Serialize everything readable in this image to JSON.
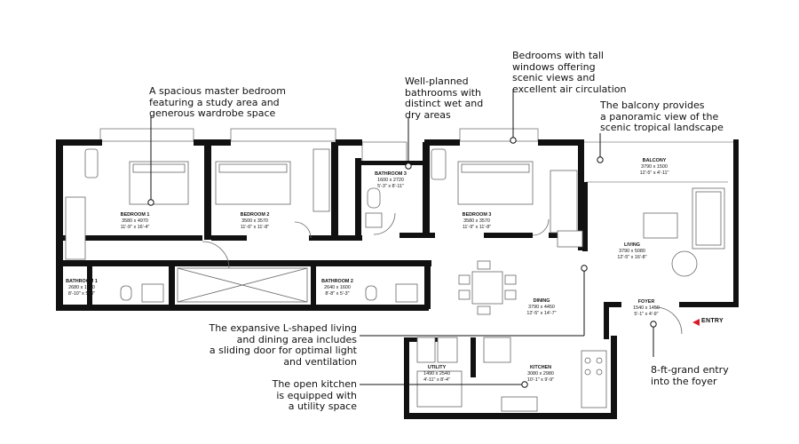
{
  "callouts": {
    "master_bedroom": "A spacious master bedroom\nfeaturing a study area and\ngenerous wardrobe space",
    "bathrooms": "Well-planned\nbathrooms with\ndistinct wet and\ndry areas",
    "bedrooms": "Bedrooms with tall\nwindows offering\nscenic views and\nexcellent air circulation",
    "balcony": "The balcony provides\na panoramic view of the\nscenic tropical landscape",
    "living_dining": "The expansive L-shaped living\nand dining area includes\na sliding door for optimal light\nand ventilation",
    "kitchen": "The open kitchen\nis equipped with\na utility space",
    "entry_note": "8-ft-grand entry\ninto the foyer"
  },
  "entry_label": "ENTRY",
  "colors": {
    "wall": "#111111",
    "entry_arrow": "#d81d2a",
    "furniture": "#666666"
  },
  "rooms": {
    "bedroom1": {
      "name": "BEDROOM 1",
      "metric": "3580 x 4970",
      "imperial": "11'-9\" x 16'-4\""
    },
    "bedroom2": {
      "name": "BEDROOM 2",
      "metric": "3500 x 3570",
      "imperial": "11'-6\" x 11'-8\""
    },
    "bathroom3": {
      "name": "BATHROOM 3",
      "metric": "1600 x 2720",
      "imperial": "5'-3\" x 8'-11\""
    },
    "bedroom3": {
      "name": "BEDROOM 3",
      "metric": "3580 x 3570",
      "imperial": "11'-9\" x 11'-8\""
    },
    "balcony": {
      "name": "BALCONY",
      "metric": "3790 x 1500",
      "imperial": "12'-5\" x 4'-11\""
    },
    "living": {
      "name": "LIVING",
      "metric": "3790 x 5080",
      "imperial": "12'-5\" x 16'-8\""
    },
    "bathroom1": {
      "name": "BATHROOM 1",
      "metric": "2680 x 1600",
      "imperial": "8'-10\" x 5'-3\""
    },
    "bathroom2": {
      "name": "BATHROOM 2",
      "metric": "2640 x 1600",
      "imperial": "8'-8\" x 5'-3\""
    },
    "dining": {
      "name": "DINING",
      "metric": "3790 x 4450",
      "imperial": "12'-5\" x 14'-7\""
    },
    "foyer": {
      "name": "FOYER",
      "metric": "1540 x 1450",
      "imperial": "5'-1\" x 4'-9\""
    },
    "utility": {
      "name": "UTILITY",
      "metric": "1490 x 2540",
      "imperial": "4'-11\" x 8'-4\""
    },
    "kitchen": {
      "name": "KITCHEN",
      "metric": "3080 x 2980",
      "imperial": "10'-1\" x 9'-9\""
    }
  }
}
